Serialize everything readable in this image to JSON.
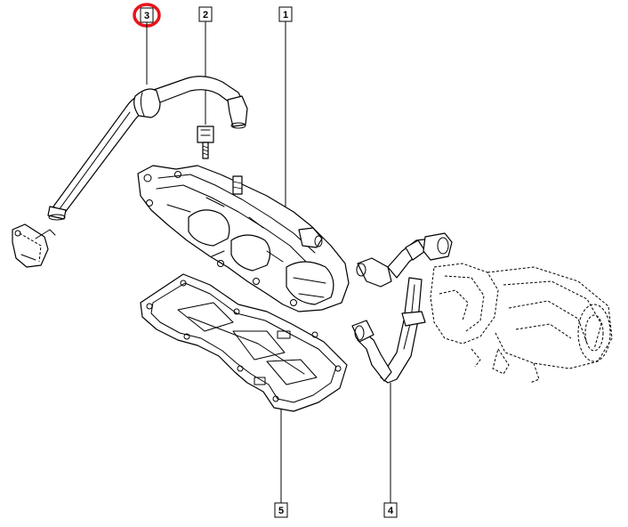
{
  "callouts": [
    {
      "id": "3",
      "label": "3",
      "highlighted": true
    },
    {
      "id": "2",
      "label": "2",
      "highlighted": false
    },
    {
      "id": "1",
      "label": "1",
      "highlighted": false
    },
    {
      "id": "4",
      "label": "4",
      "highlighted": false
    },
    {
      "id": "5",
      "label": "5",
      "highlighted": false
    }
  ],
  "colors": {
    "line": "#000000",
    "background": "#ffffff",
    "highlight_ring": "#e8141b"
  }
}
